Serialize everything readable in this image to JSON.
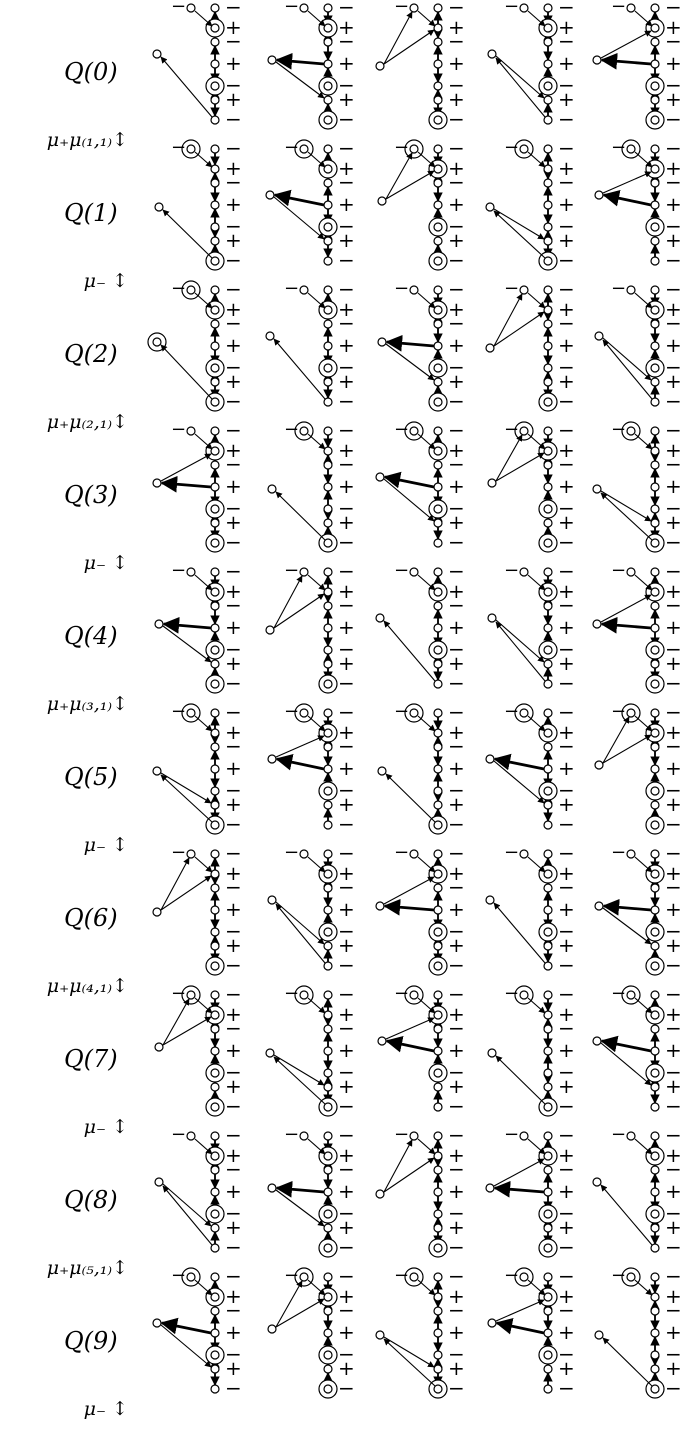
{
  "rows": [
    {
      "label": "Q(0)",
      "between": "μ₊μ₍₁,₁₎↕"
    },
    {
      "label": "Q(1)",
      "between": "μ₋ ↕"
    },
    {
      "label": "Q(2)",
      "between": "μ₊μ₍₂,₁₎↕"
    },
    {
      "label": "Q(3)",
      "between": "μ₋ ↕"
    },
    {
      "label": "Q(4)",
      "between": "μ₊μ₍₃,₁₎↕"
    },
    {
      "label": "Q(5)",
      "between": "μ₋ ↕"
    },
    {
      "label": "Q(6)",
      "between": "μ₊μ₍₄,₁₎↕"
    },
    {
      "label": "Q(7)",
      "between": "μ₋ ↕"
    },
    {
      "label": "Q(8)",
      "between": "μ₊μ₍₅,₁₎↕"
    },
    {
      "label": "Q(9)",
      "between": "μ₋ ↕"
    }
  ],
  "signs": {
    "plus": "+",
    "minus": "−"
  },
  "quiver_variants": [
    [
      0,
      1,
      2,
      3,
      4
    ],
    [
      5,
      6,
      7,
      8,
      9
    ],
    [
      10,
      0,
      1,
      2,
      3
    ],
    [
      4,
      5,
      6,
      7,
      8
    ],
    [
      1,
      2,
      0,
      3,
      4
    ],
    [
      8,
      9,
      5,
      6,
      7
    ],
    [
      2,
      3,
      4,
      0,
      1
    ],
    [
      7,
      8,
      9,
      5,
      6
    ],
    [
      3,
      1,
      2,
      4,
      0
    ],
    [
      6,
      7,
      8,
      9,
      5
    ]
  ]
}
